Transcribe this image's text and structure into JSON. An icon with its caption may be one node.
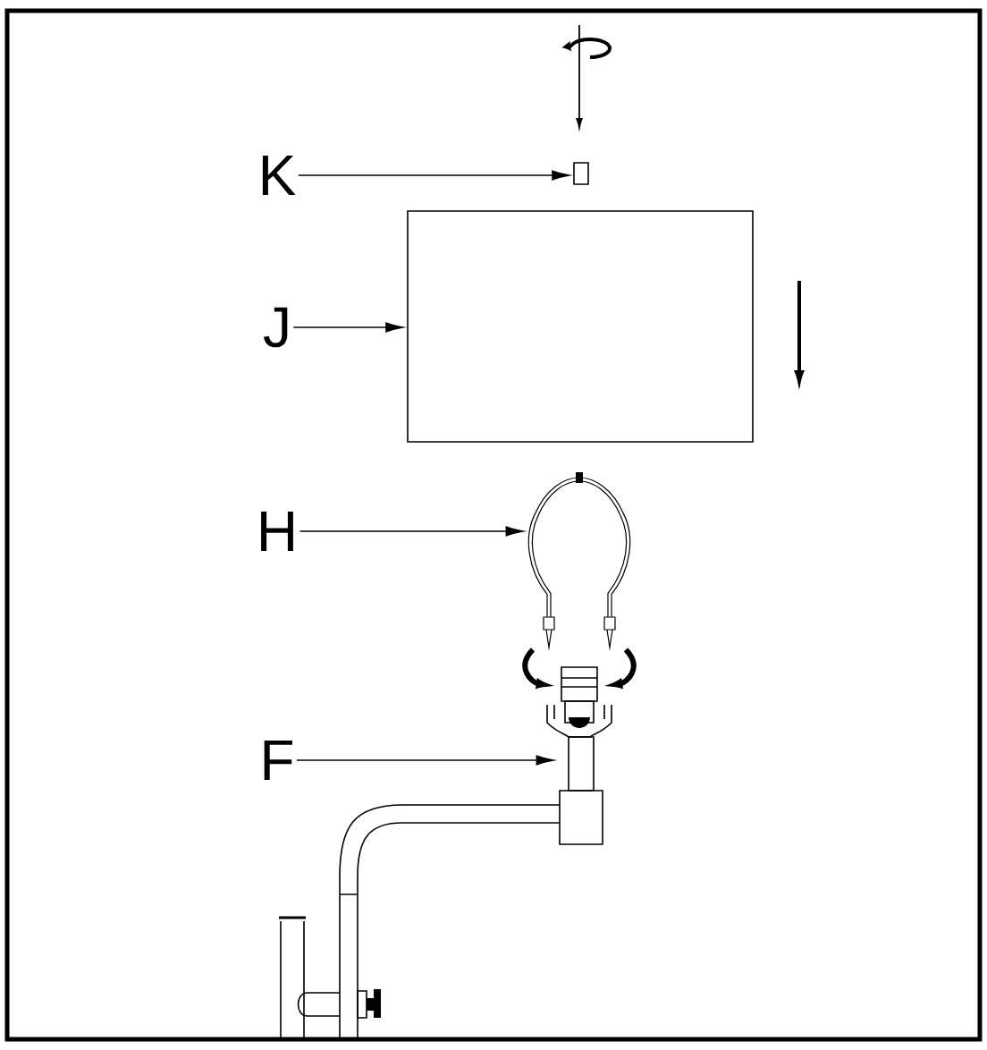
{
  "diagram": {
    "nodes": [
      {
        "text": [
          "K"
        ]
      },
      {
        "text": [],
        "shape": "box"
      },
      {
        "text": [
          "J"
        ]
      },
      {
        "text": [],
        "shape": "box"
      },
      {
        "text": [
          "H"
        ]
      },
      {
        "text": [],
        "shape": "picture"
      },
      {
        "text": [
          "F"
        ]
      },
      {
        "text": [],
        "shape": "picture"
      }
    ],
    "edges": [
      {
        "from": 0,
        "to": 1,
        "arrow": "to"
      },
      {
        "from": 2,
        "to": 3,
        "arrow": "to"
      },
      {
        "from": 4,
        "to": 5,
        "arrow": "to"
      },
      {
        "from": 6,
        "to": 7,
        "arrow": "to"
      },
      {
        "from": 5,
        "to": 7,
        "arrow": "to",
        "style": "thick"
      },
      {
        "from": 5,
        "to": 7,
        "arrow": "to",
        "style": "thick"
      }
    ]
  }
}
